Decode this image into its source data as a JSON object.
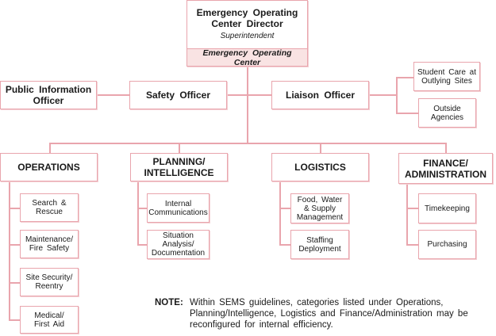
{
  "director": {
    "title_line1": "Emergency Operating",
    "title_line2": "Center Director",
    "subtitle": "Superintendent",
    "band": "Emergency Operating Center"
  },
  "staff": {
    "public_info": {
      "line1": "Public Information",
      "line2": "Officer"
    },
    "safety": "Safety Officer",
    "liaison": "Liaison Officer",
    "liaison_children": [
      {
        "line1": "Student Care at",
        "line2": "Outlying Sites"
      },
      {
        "line1": "Outside",
        "line2": "Agencies"
      }
    ]
  },
  "sections": [
    {
      "name": "OPERATIONS",
      "line2": "",
      "children": [
        {
          "line1": "Search &",
          "line2": "Rescue"
        },
        {
          "line1": "Maintenance/",
          "line2": "Fire Safety"
        },
        {
          "line1": "Site Security/",
          "line2": "Reentry"
        },
        {
          "line1": "Medical/",
          "line2": "First Aid"
        }
      ]
    },
    {
      "name": "PLANNING/",
      "line2": "INTELLIGENCE",
      "children": [
        {
          "line1": "Internal",
          "line2": "Communications"
        },
        {
          "line1": "Situation",
          "line2": "Analysis/",
          "line3": "Documentation"
        }
      ]
    },
    {
      "name": "LOGISTICS",
      "line2": "",
      "children": [
        {
          "line1": "Food, Water",
          "line2": "& Supply",
          "line3": "Management"
        },
        {
          "line1": "Staffing",
          "line2": "Deployment"
        }
      ]
    },
    {
      "name": "FINANCE/",
      "line2": "ADMINISTRATION",
      "children": [
        {
          "line1": "Timekeeping"
        },
        {
          "line1": "Purchasing"
        }
      ]
    }
  ],
  "note": {
    "label": "NOTE:",
    "text": "Within SEMS guidelines, categories listed under Operations, Planning/Intelligence, Logistics and Finance/Administration may be reconfigured for internal efficiency."
  },
  "colors": {
    "border": "#e9a5ad",
    "band_fill": "#f9e3e3",
    "text": "#1a1a1a"
  }
}
